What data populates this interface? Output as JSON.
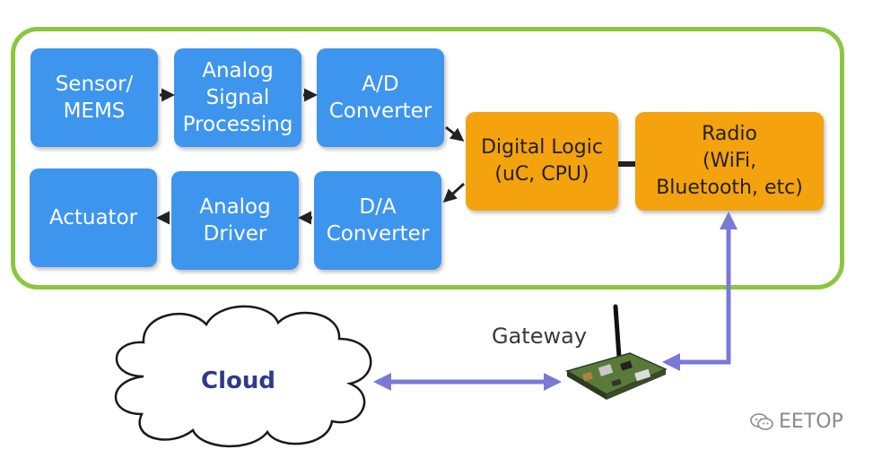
{
  "blocks": {
    "sensor": "Sensor/\nMEMS",
    "analog_signal": "Analog\nSignal\nProcessing",
    "ad_converter": "A/D\nConverter",
    "digital_logic": "Digital Logic\n(uC, CPU)",
    "radio": "Radio\n(WiFi,\nBluetooth, etc)",
    "actuator": "Actuator",
    "analog_driver": "Analog\nDriver",
    "da_converter": "D/A\nConverter"
  },
  "gateway_label": "Gateway",
  "cloud_label": "Cloud",
  "watermark": "EETOP",
  "colors": {
    "frame": "#8cc63f",
    "block_blue": "#3d95ee",
    "block_orange": "#f5a20f",
    "link_arrow": "#7b79d6"
  },
  "icons": {
    "gateway": "circuit-board-with-antenna-icon",
    "cloud": "cloud-icon",
    "watermark": "wechat-icon"
  }
}
